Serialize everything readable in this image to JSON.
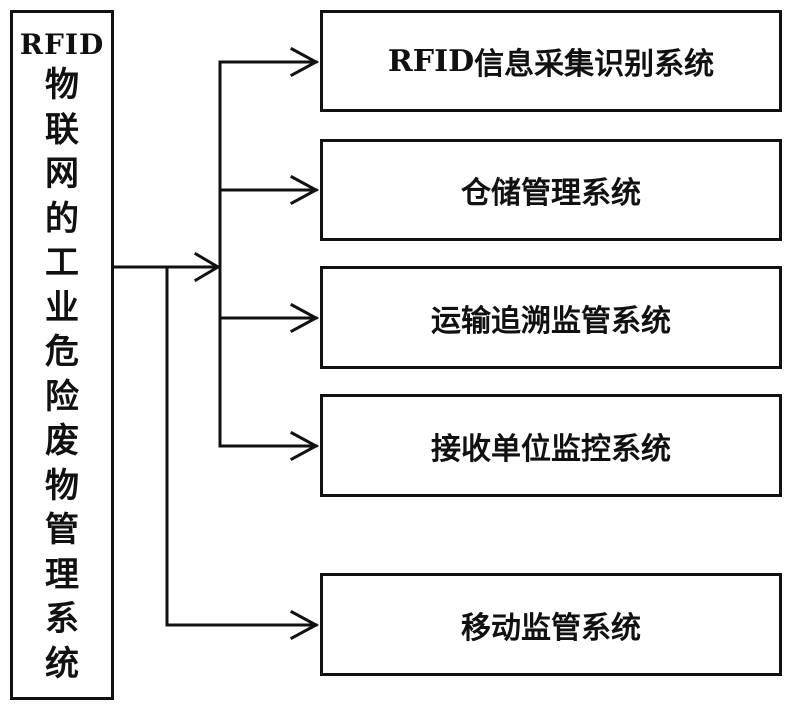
{
  "root": {
    "latin": "RFID",
    "cjk": [
      "物",
      "联",
      "网",
      "的",
      "工",
      "业",
      "危",
      "险",
      "废",
      "物",
      "管",
      "理",
      "系",
      "统"
    ]
  },
  "subsystems": [
    {
      "latin": "RFID",
      "label": "信息采集识别系统"
    },
    {
      "latin": "",
      "label": "仓储管理系统"
    },
    {
      "latin": "",
      "label": "运输追溯监管系统"
    },
    {
      "latin": "",
      "label": "接收单位监控系统"
    },
    {
      "latin": "",
      "label": "移动监管系统"
    }
  ]
}
